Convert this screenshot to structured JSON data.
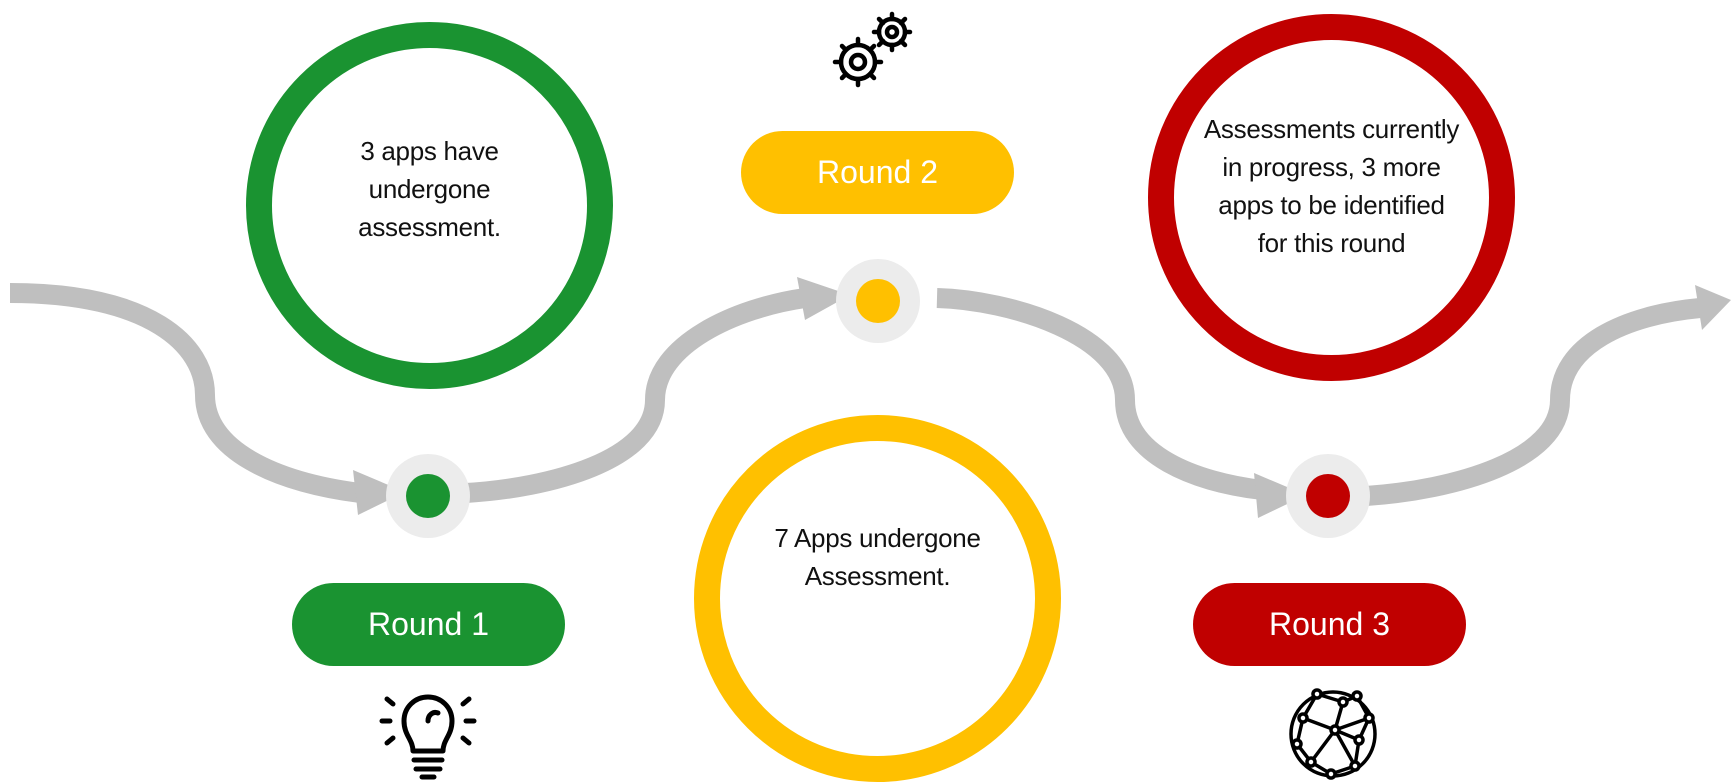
{
  "colors": {
    "round1": "#1a9331",
    "round2": "#ffc000",
    "round3": "#c00000",
    "path": "#bfbfbf",
    "node_halo": "#ececec"
  },
  "rounds": [
    {
      "label": "Round 1",
      "text_lines": [
        "3 apps have",
        "undergone",
        "assessment."
      ],
      "icon": "lightbulb-icon"
    },
    {
      "label": "Round 2",
      "text_lines": [
        "7 Apps undergone",
        "Assessment."
      ],
      "icon": "gears-icon"
    },
    {
      "label": "Round 3",
      "text_lines": [
        "Assessments currently",
        "in progress, 3 more",
        "apps to be identified",
        "for this round"
      ],
      "icon": "globe-network-icon"
    }
  ]
}
